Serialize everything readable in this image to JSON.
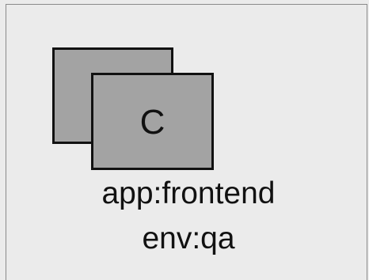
{
  "node": {
    "type_letter": "C",
    "labels": [
      "app:frontend",
      "env:qa"
    ],
    "fill_color": "#a3a3a3",
    "border_color": "#111111",
    "background_color": "#ebebeb"
  }
}
